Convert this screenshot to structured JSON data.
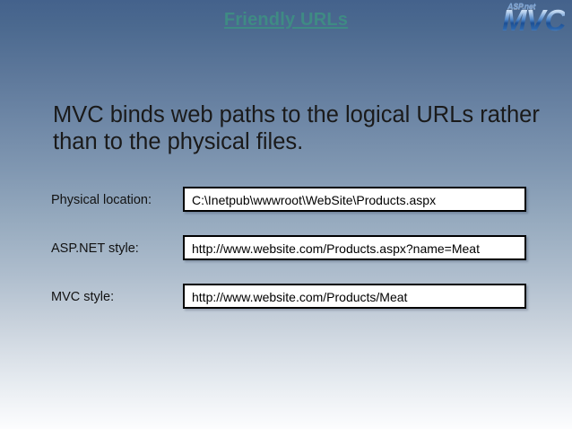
{
  "slide": {
    "title": "Friendly URLs",
    "heading": "MVC binds web paths to the logical URLs rather than to the physical files.",
    "title_color": "#3f8b84",
    "background_top_color": "#44628c",
    "background_bottom_color": "#fcfdfe"
  },
  "logo": {
    "top_text": "ASP.net",
    "main_text": "MVC",
    "color": "#1c4f94"
  },
  "rows": [
    {
      "label": "Physical location:",
      "value": "C:\\Inetpub\\wwwroot\\WebSite\\Products.aspx"
    },
    {
      "label": "ASP.NET style:",
      "value": "http://www.website.com/Products.aspx?name=Meat"
    },
    {
      "label": "MVC style:",
      "value": "http://www.website.com/Products/Meat"
    }
  ]
}
